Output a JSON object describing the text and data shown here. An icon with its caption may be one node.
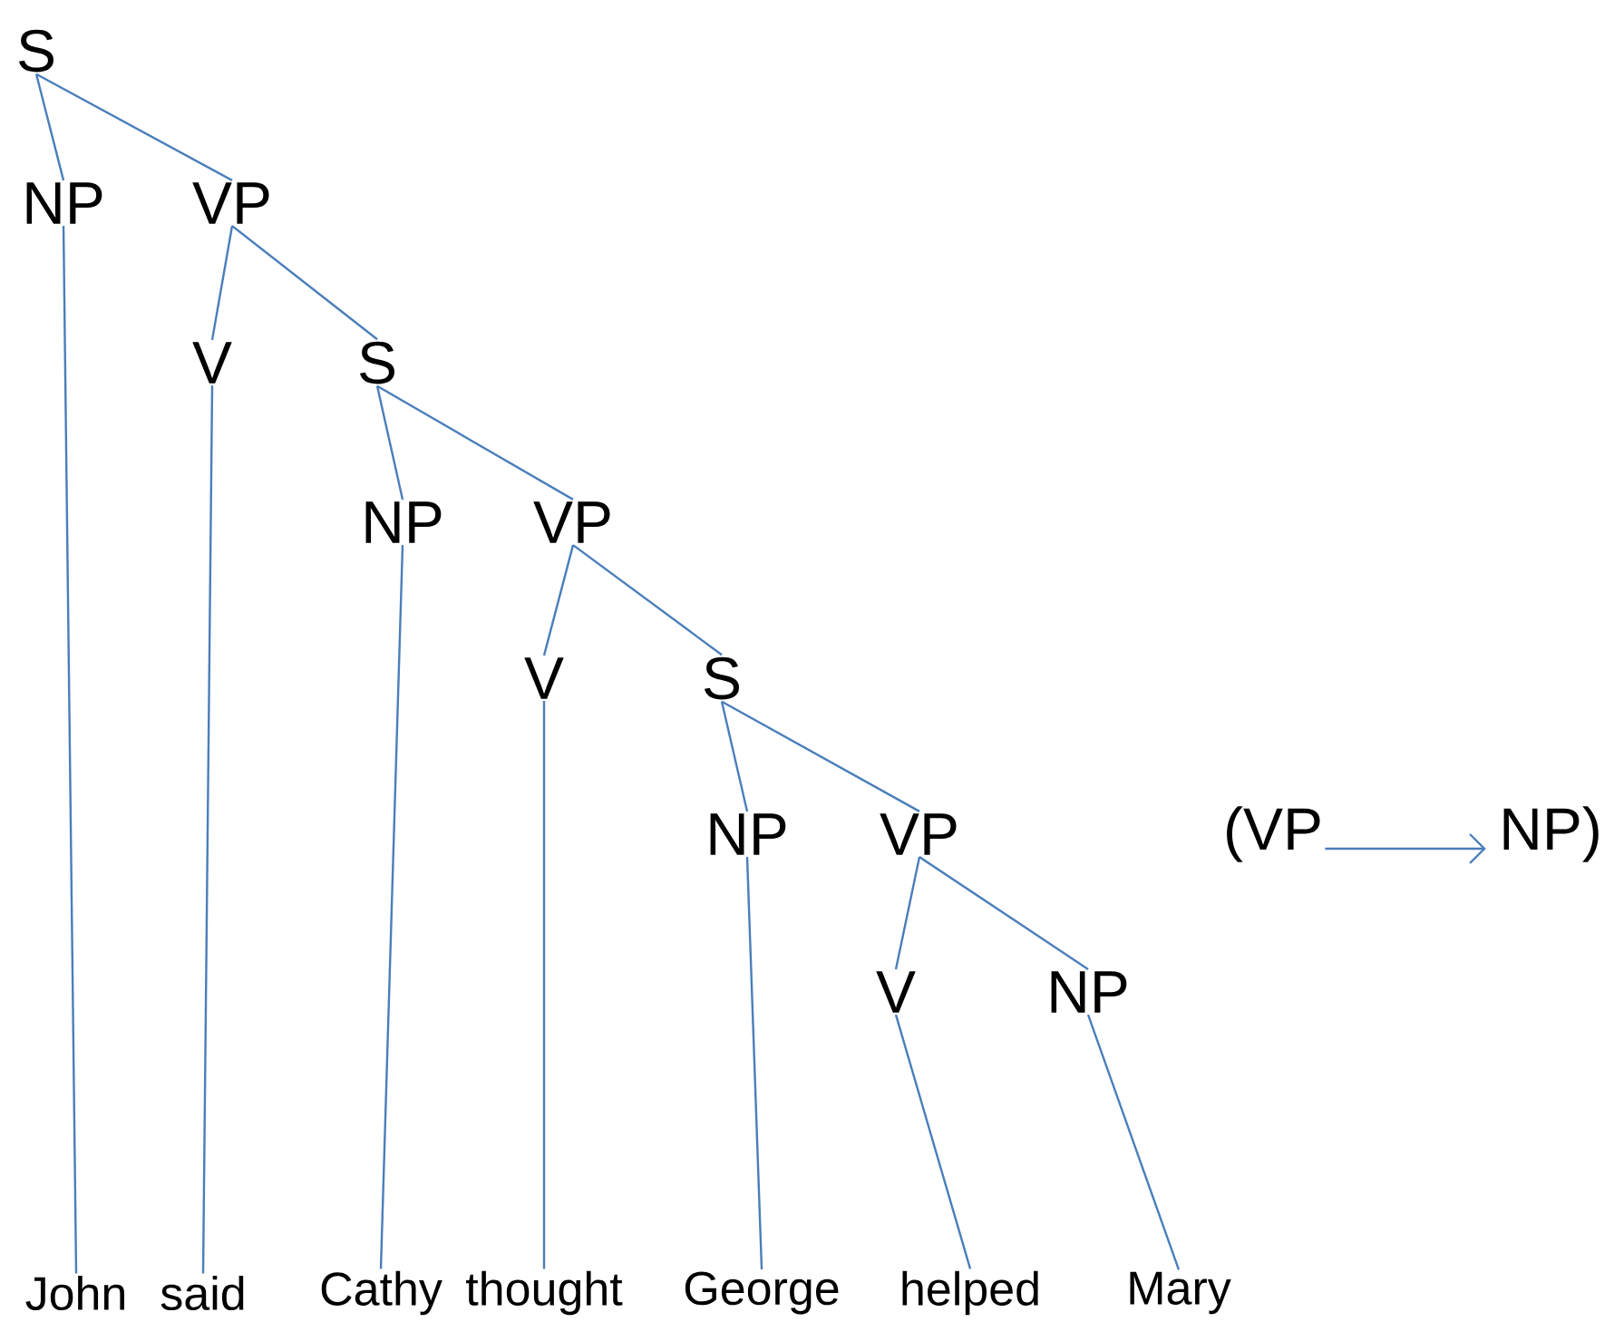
{
  "diagram": {
    "nodes": [
      {
        "text": [
          "S"
        ]
      },
      {
        "text": [
          "NP"
        ]
      },
      {
        "text": [
          "VP"
        ]
      },
      {
        "text": [
          "V"
        ]
      },
      {
        "text": [
          "S"
        ]
      },
      {
        "text": [
          "NP"
        ]
      },
      {
        "text": [
          "VP"
        ]
      },
      {
        "text": [
          "V"
        ]
      },
      {
        "text": [
          "S"
        ]
      },
      {
        "text": [
          "NP"
        ]
      },
      {
        "text": [
          "VP"
        ]
      },
      {
        "text": [
          "(VP"
        ]
      },
      {
        "text": [
          "NP)"
        ]
      },
      {
        "text": [
          "V"
        ]
      },
      {
        "text": [
          "NP"
        ]
      },
      {
        "text": [
          "John"
        ]
      },
      {
        "text": [
          "said"
        ]
      },
      {
        "text": [
          "Cathy"
        ]
      },
      {
        "text": [
          "thought"
        ]
      },
      {
        "text": [
          "George"
        ]
      },
      {
        "text": [
          "helped"
        ]
      },
      {
        "text": [
          "Mary"
        ]
      }
    ],
    "edges": [
      {
        "from": 0,
        "to": 1,
        "arrow": "none"
      },
      {
        "from": 0,
        "to": 2,
        "arrow": "none"
      },
      {
        "from": 2,
        "to": 3,
        "arrow": "none"
      },
      {
        "from": 2,
        "to": 4,
        "arrow": "none"
      },
      {
        "from": 4,
        "to": 5,
        "arrow": "none"
      },
      {
        "from": 4,
        "to": 6,
        "arrow": "none"
      },
      {
        "from": 6,
        "to": 7,
        "arrow": "none"
      },
      {
        "from": 6,
        "to": 8,
        "arrow": "none"
      },
      {
        "from": 8,
        "to": 9,
        "arrow": "none"
      },
      {
        "from": 8,
        "to": 10,
        "arrow": "none"
      },
      {
        "from": 11,
        "to": 12,
        "arrow": "to"
      },
      {
        "from": 10,
        "to": 13,
        "arrow": "none"
      },
      {
        "from": 10,
        "to": 14,
        "arrow": "none"
      },
      {
        "from": 1,
        "to": 15,
        "arrow": "none"
      },
      {
        "from": 3,
        "to": 16,
        "arrow": "none"
      },
      {
        "from": 5,
        "to": 17,
        "arrow": "none"
      },
      {
        "from": 7,
        "to": 18,
        "arrow": "none"
      },
      {
        "from": 9,
        "to": 19,
        "arrow": "none"
      },
      {
        "from": 13,
        "to": 20,
        "arrow": "none"
      },
      {
        "from": 14,
        "to": 21,
        "arrow": "none"
      }
    ]
  }
}
